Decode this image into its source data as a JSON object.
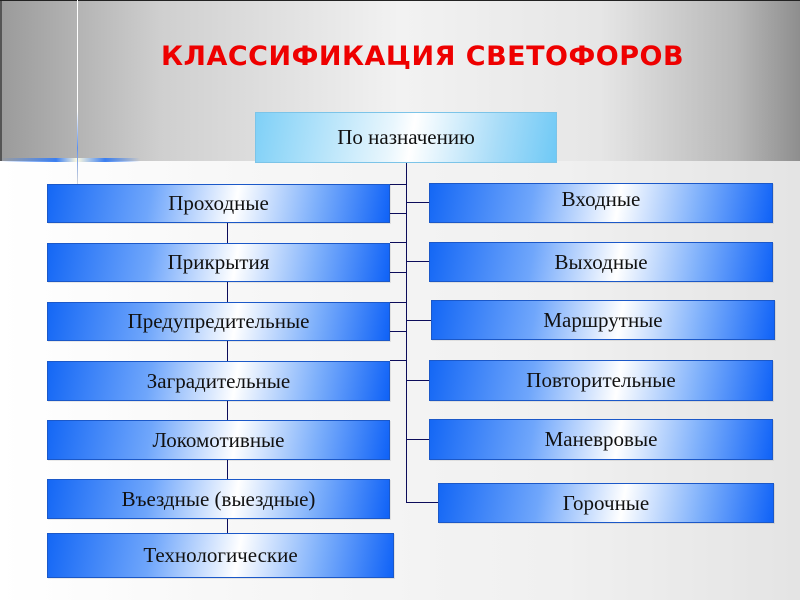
{
  "title": "КЛАССИФИКАЦИЯ СВЕТОФОРОВ",
  "colors": {
    "title": "#ee0000",
    "box_blue": "#1467f5",
    "top_box_blue": "#7fd0f7",
    "connector": "#0c0c5a"
  },
  "root": {
    "label": "По назначению"
  },
  "left_column": [
    {
      "label": "Проходные"
    },
    {
      "label": "Прикрытия"
    },
    {
      "label": "Предупредительные"
    },
    {
      "label": "Заградительные"
    },
    {
      "label": "Локомотивные"
    },
    {
      "label": "Въездные (выездные)"
    },
    {
      "label": "Технологические"
    }
  ],
  "right_column": [
    {
      "label": "Входные"
    },
    {
      "label": "Выходные"
    },
    {
      "label": "Маршрутные"
    },
    {
      "label": "Повторительные"
    },
    {
      "label": "Маневровые"
    },
    {
      "label": "Горочные"
    }
  ]
}
